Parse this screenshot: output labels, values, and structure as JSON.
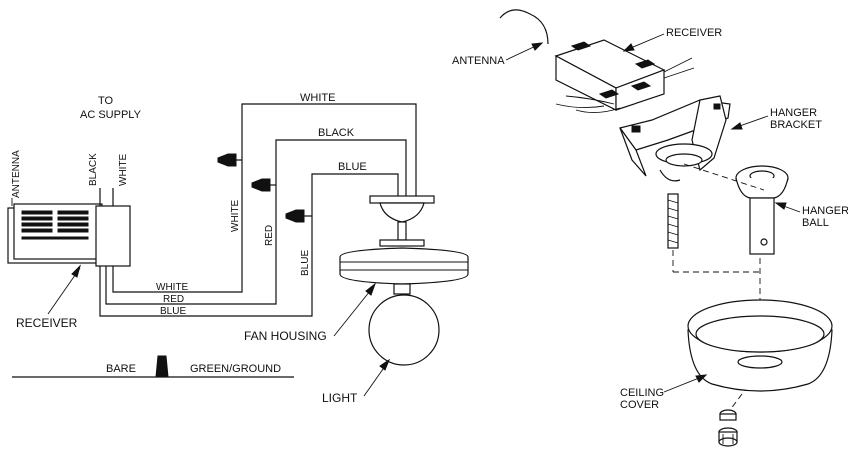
{
  "wiring": {
    "to_ac_supply": [
      "TO",
      "AC SUPPLY"
    ],
    "antenna": "ANTENNA",
    "black": "BLACK",
    "white": "WHITE",
    "receiver": "RECEIVER",
    "top_white": "WHITE",
    "top_black": "BLACK",
    "top_blue": "BLUE",
    "v_white": "WHITE",
    "v_red": "RED",
    "v_blue": "BLUE",
    "bottom_white": "WHITE",
    "bottom_red": "RED",
    "bottom_blue": "BLUE",
    "fan_housing": "FAN HOUSING",
    "light": "LIGHT",
    "bare": "BARE",
    "green_ground": "GREEN/GROUND"
  },
  "exploded": {
    "antenna": "ANTENNA",
    "receiver": "RECEIVER",
    "hanger_bracket": [
      "HANGER",
      "BRACKET"
    ],
    "hanger_ball": [
      "HANGER",
      "BALL"
    ],
    "ceiling_cover": [
      "CEILING",
      "COVER"
    ]
  }
}
